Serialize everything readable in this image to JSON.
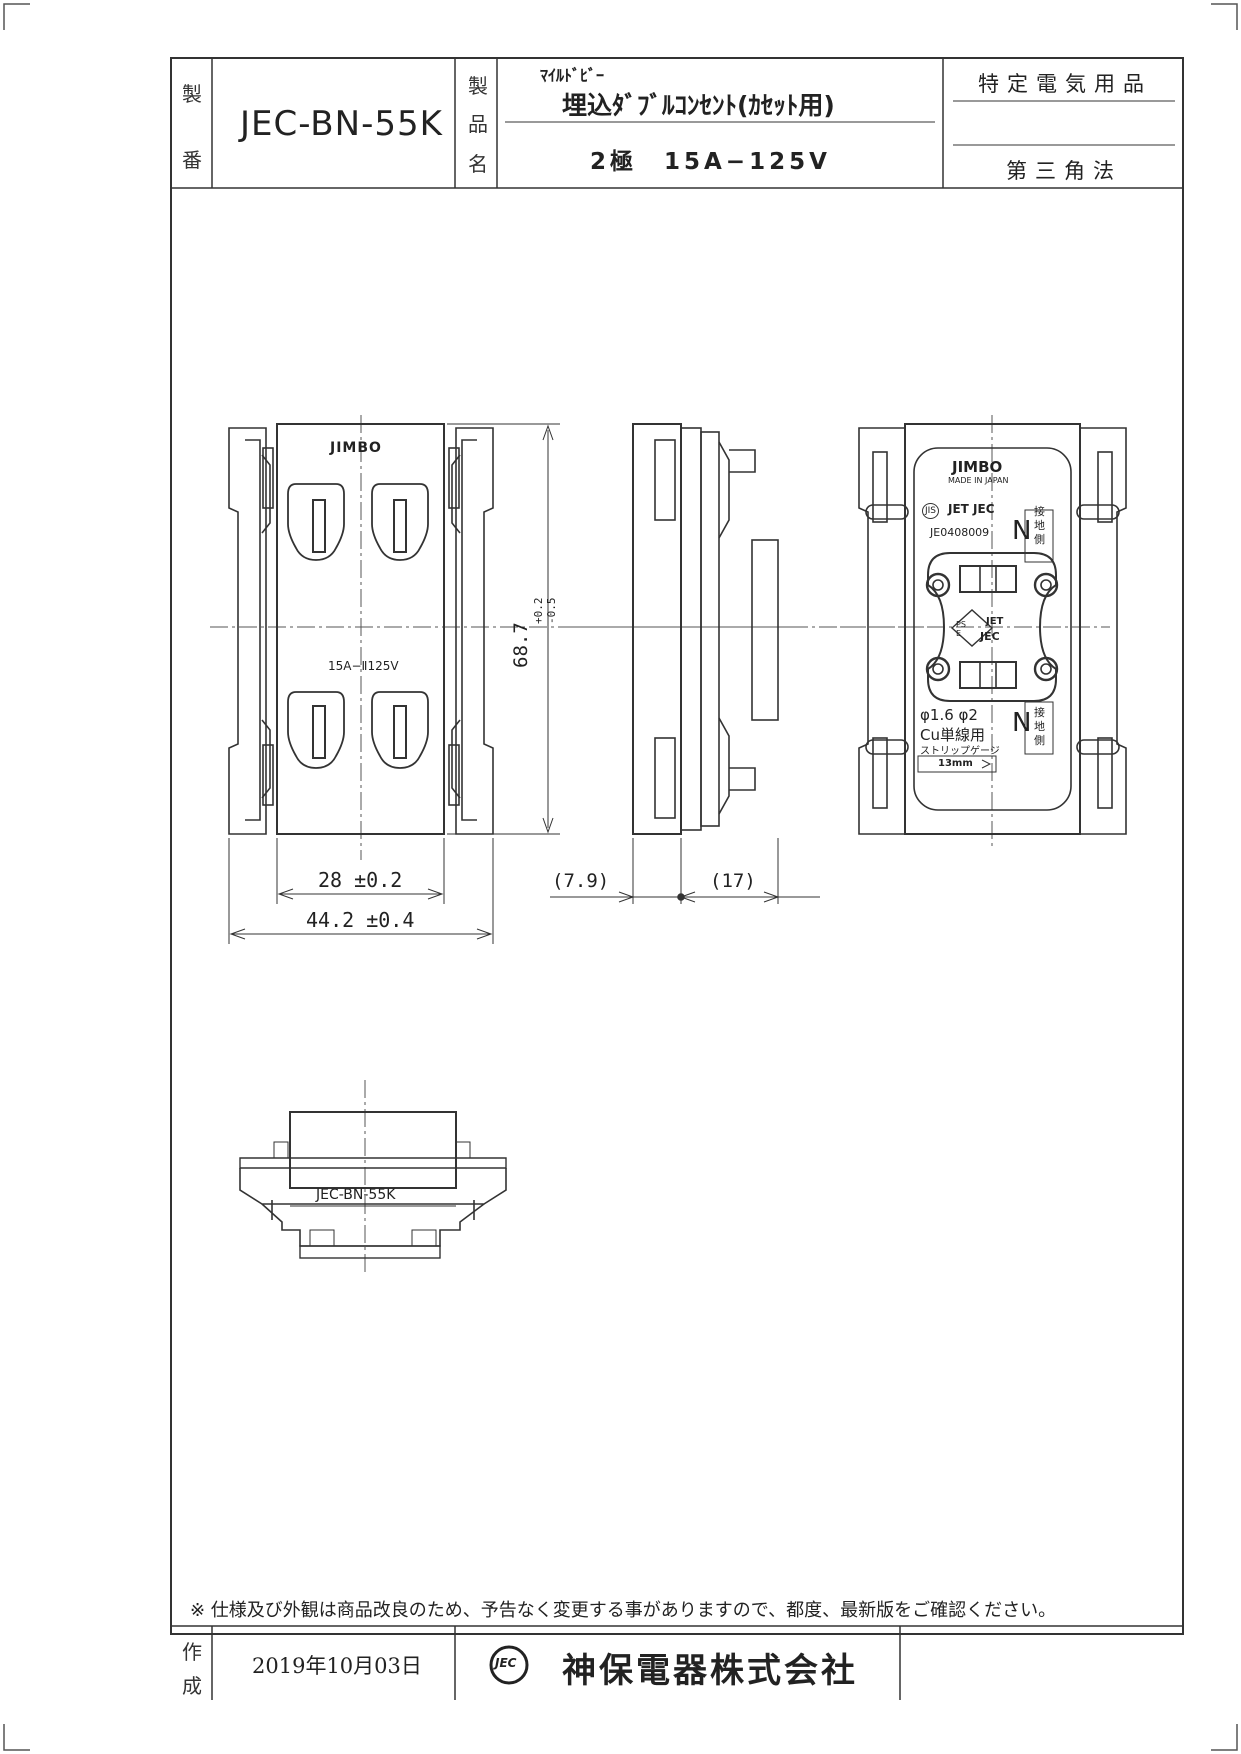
{
  "title_block": {
    "seiban_label_1": "製",
    "seiban_label_2": "番",
    "model_number": "JEC-BN-55K",
    "hinmei_label_1": "製",
    "hinmei_label_2": "品",
    "hinmei_label_3": "名",
    "series_name": "ﾏｲﾙﾄﾞﾋﾞｰ",
    "product_name": "埋込ﾀﾞﾌﾞﾙｺﾝｾﾝﾄ(ｶｾｯﾄ用)",
    "rating": "2極　15A−125V",
    "category": "特定電気用品",
    "projection": "第三角法"
  },
  "drawing": {
    "front_brand": "JIMBO",
    "front_rating": "15A−Ⅱ125V",
    "dim_height": "68.7",
    "dim_height_tol_upper": "+0.2",
    "dim_height_tol_lower": "-0.5",
    "dim_inner_width": "28 ±0.2",
    "dim_outer_width": "44.2 ±0.4",
    "dim_side_left": "(7.9)",
    "dim_side_right": "(17)",
    "back_brand": "JIMBO",
    "back_made_in": "MADE IN JAPAN",
    "back_jis": "JIS",
    "back_cert": "JET JEC",
    "back_cert_number": "JE0408009",
    "back_n_mark": "N",
    "back_ground_label": "接地側",
    "back_pse": "PS E",
    "back_jet": "JET",
    "back_jec": "JEC",
    "back_wire_size": "φ1.6 φ2",
    "back_wire_type": "Cu単線用",
    "back_strip_label": "ストリップゲージ",
    "back_strip_length": "13mm",
    "bottom_model_label": "JEC-BN-55K"
  },
  "footer": {
    "note": "※ 仕様及び外観は商品改良のため、予告なく変更する事がありますので、都度、最新版をご確認ください。",
    "sakusei_label_1": "作",
    "sakusei_label_2": "成",
    "date": "2019年10月03日",
    "logo_text": "JEC",
    "company_name": "神保電器株式会社"
  }
}
